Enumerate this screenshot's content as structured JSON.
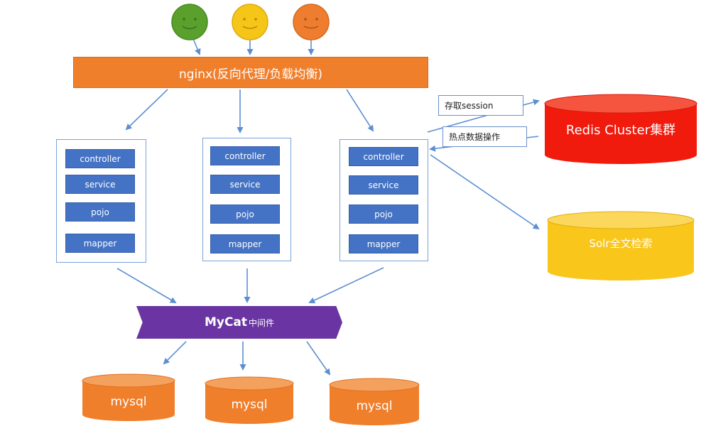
{
  "clients": [
    {
      "color": "#5aa02c"
    },
    {
      "color": "#f5c518"
    },
    {
      "color": "#ee7d2f"
    }
  ],
  "nginx": {
    "label": "nginx(反向代理/负载均衡)"
  },
  "servers": [
    {
      "layers": [
        "controller",
        "service",
        "pojo",
        "mapper"
      ]
    },
    {
      "layers": [
        "controller",
        "service",
        "pojo",
        "mapper"
      ]
    },
    {
      "layers": [
        "controller",
        "service",
        "pojo",
        "mapper"
      ]
    }
  ],
  "mycat": {
    "main": "MyCat",
    "sub": "中间件"
  },
  "databases": [
    {
      "label": "mysql"
    },
    {
      "label": "mysql"
    },
    {
      "label": "mysql"
    }
  ],
  "redis": {
    "label": "Redis Cluster集群",
    "color": "#f01a0d"
  },
  "solr": {
    "label": "Solr全文检索",
    "color": "#f9c61b"
  },
  "callouts": {
    "session": "存取session",
    "hot": "热点数据操作"
  },
  "colors": {
    "arrow": "#5b8fd1",
    "orange": "#f07f2c",
    "blue": "#4472c4",
    "purple": "#6a35a2"
  }
}
